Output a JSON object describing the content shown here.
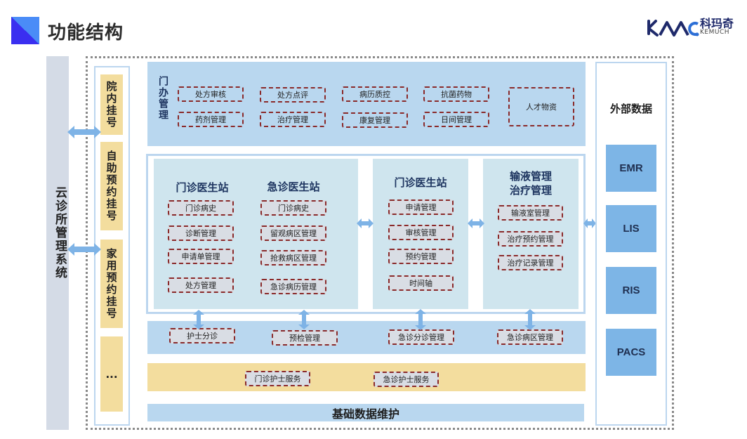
{
  "header": {
    "title": "功能结构",
    "brand_cn": "科玛奇",
    "brand_en": "KEMUCH"
  },
  "cloud_system": {
    "label": "云诊所管理系统"
  },
  "registration": {
    "items": [
      "院内挂号",
      "自助预约挂号",
      "家用预约挂号",
      "..."
    ]
  },
  "clinic_management": {
    "label": "门办管理",
    "modules": [
      "处方审核",
      "处方点评",
      "病历质控",
      "抗菌药物",
      "药剂管理",
      "治疗管理",
      "康复管理",
      "日间管理"
    ],
    "resources": "人才物资"
  },
  "panels": [
    {
      "title": "门诊医生站",
      "modules": [
        "门诊病史",
        "诊断管理",
        "申请单管理",
        "处方管理"
      ]
    },
    {
      "title": "急诊医生站",
      "modules": [
        "门诊病史",
        "留观病区管理",
        "抢救病区管理",
        "急诊病历管理"
      ]
    },
    {
      "title": "门诊医生站",
      "modules": [
        "申请管理",
        "审核管理",
        "预约管理",
        "时间轴"
      ]
    },
    {
      "title_line1": "输液管理",
      "title_line2": "治疗管理",
      "modules": [
        "输液室管理",
        "治疗预约管理",
        "治疗记录管理"
      ]
    }
  ],
  "nurse_station": {
    "modules": [
      "护士分诊",
      "预检管理",
      "急诊分诊管理",
      "急诊病区管理"
    ]
  },
  "nurse_services": {
    "modules": [
      "门诊护士服务",
      "急诊护士服务"
    ]
  },
  "base_data": {
    "label": "基础数据维护"
  },
  "external_data": {
    "title": "外部数据",
    "items": [
      "EMR",
      "LIS",
      "RIS",
      "PACS"
    ]
  },
  "colors": {
    "band_blue": "#b9d7ef",
    "band_cyan": "#cfe5ee",
    "band_yellow": "#f3dd9e",
    "ext_block": "#7db5e6",
    "module_border": "#8a2a2a",
    "arrow": "#7eb3e6"
  }
}
